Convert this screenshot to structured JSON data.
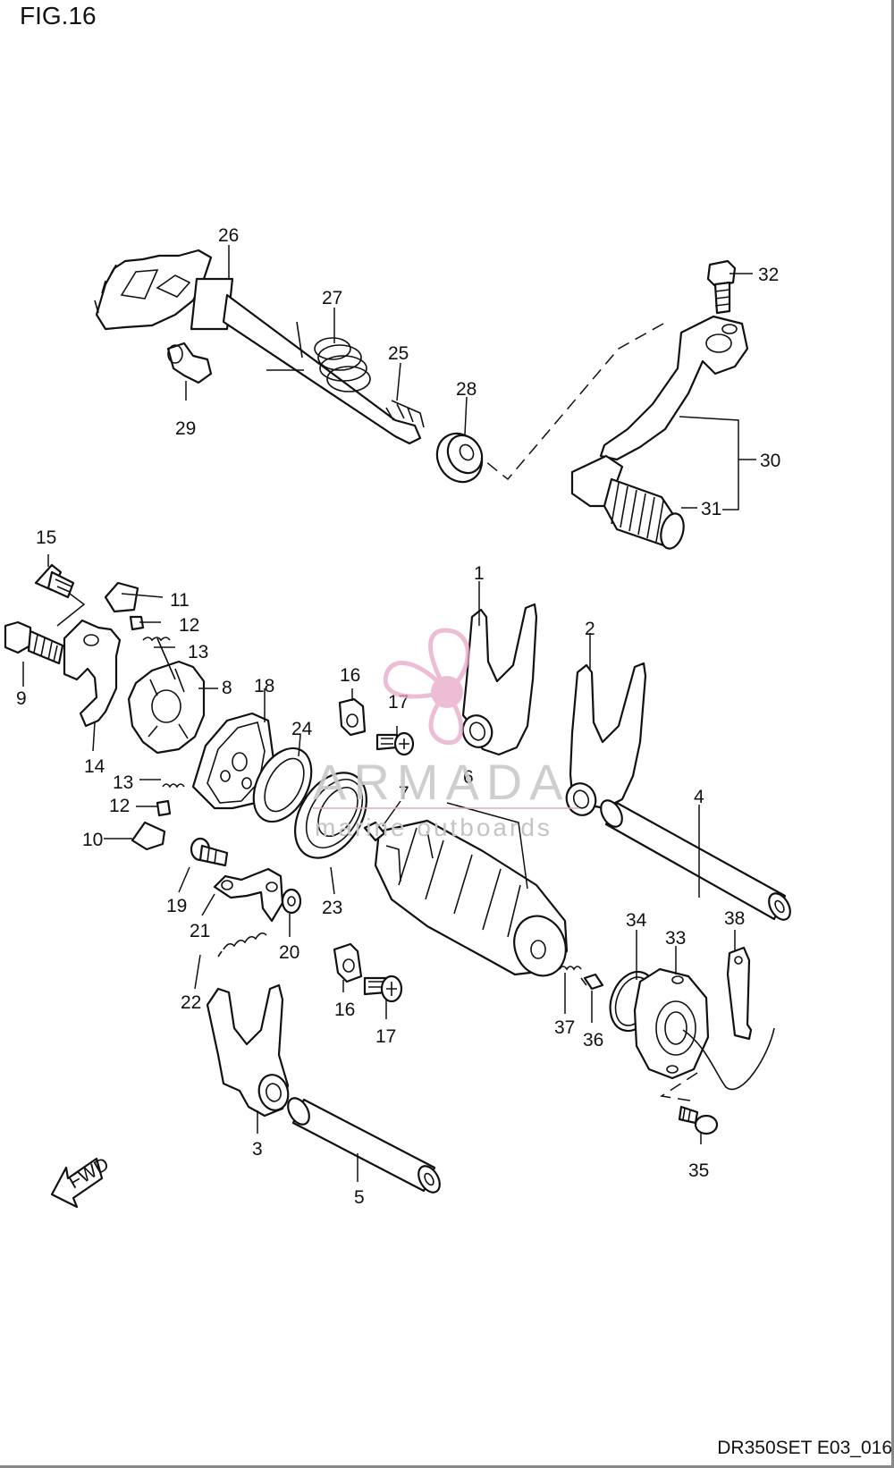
{
  "title": "FIG.16",
  "code": "DR350SET E03_016",
  "watermark": {
    "brand": "ARMADA",
    "tagline": "marine outboards",
    "logo_color": "#e8a6c8"
  },
  "fwd_label": "FWD",
  "callouts": [
    "1",
    "2",
    "3",
    "4",
    "5",
    "6",
    "7",
    "8",
    "9",
    "10",
    "11",
    "12",
    "12",
    "13",
    "13",
    "14",
    "15",
    "16",
    "16",
    "17",
    "17",
    "18",
    "19",
    "20",
    "21",
    "22",
    "23",
    "24",
    "25",
    "26",
    "27",
    "28",
    "29",
    "30",
    "31",
    "32",
    "33",
    "34",
    "35",
    "36",
    "37",
    "38"
  ]
}
